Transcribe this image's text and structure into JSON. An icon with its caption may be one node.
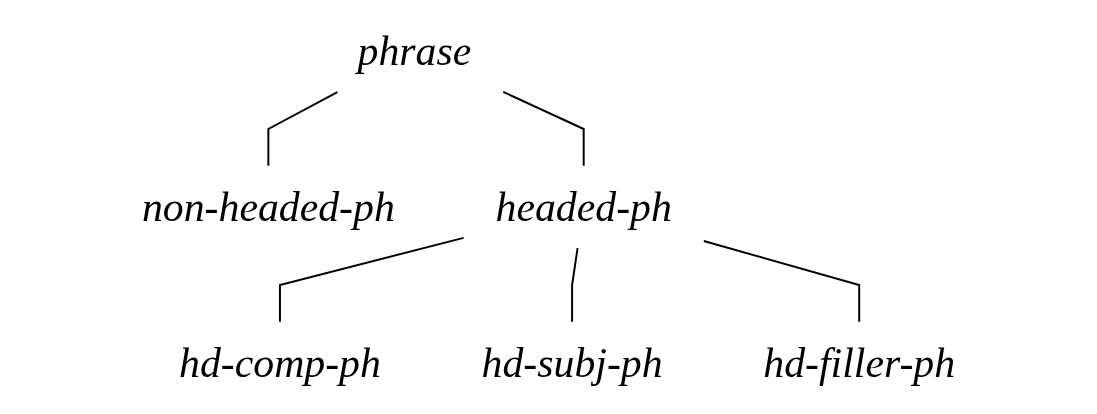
{
  "diagram": {
    "nodes": [
      {
        "text": [
          "phrase"
        ]
      },
      {
        "text": [
          "non-headed-ph"
        ]
      },
      {
        "text": [
          "headed-ph"
        ]
      },
      {
        "text": [
          "hd-comp-ph"
        ]
      },
      {
        "text": [
          "hd-subj-ph"
        ]
      },
      {
        "text": [
          "hd-filler-ph"
        ]
      }
    ],
    "edges": [
      {
        "from": 0,
        "to": 1,
        "arrow": "none"
      },
      {
        "from": 0,
        "to": 2,
        "arrow": "none"
      },
      {
        "from": 2,
        "to": 3,
        "arrow": "none"
      },
      {
        "from": 2,
        "to": 4,
        "arrow": "none"
      },
      {
        "from": 2,
        "to": 5,
        "arrow": "none"
      }
    ]
  }
}
